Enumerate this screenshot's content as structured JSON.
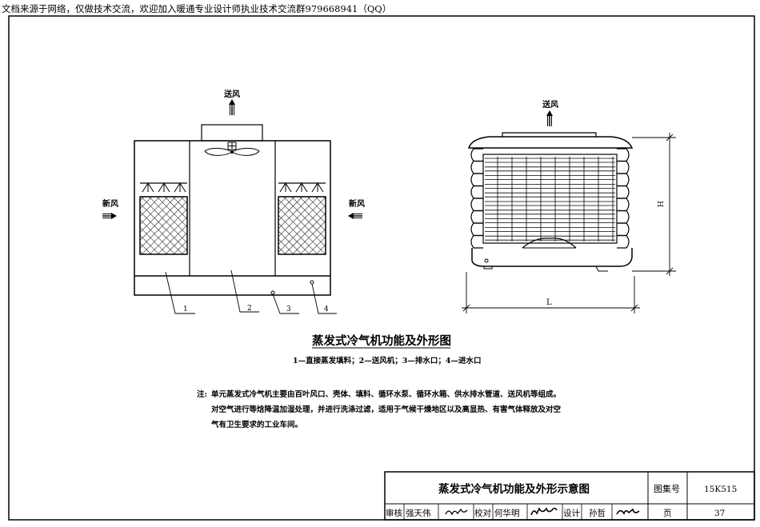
{
  "header_note": "文档来源于网络，仅做技术交流，欢迎加入暖通专业设计师执业技术交流群979668941（QQ）",
  "left_figure": {
    "supply_air": "送风",
    "fresh_air_left": "新风",
    "fresh_air_right": "新风",
    "callouts": [
      "1",
      "2",
      "3",
      "4"
    ]
  },
  "right_figure": {
    "supply_air": "送风",
    "height_dim": "H",
    "length_dim": "L"
  },
  "figure_title": "蒸发式冷气机功能及外形图",
  "legend_line": "1—直接蒸发填料；2—送风机；3—排水口；4—进水口",
  "notes": {
    "label": "注:",
    "lines": [
      "单元蒸发式冷气机主要由百叶风口、壳体、填料、循环水泵、循环水箱、供水排水管道、送风机等组成。",
      "对空气进行等焓降温加湿处理，并进行洗涤过滤，适用于气候干燥地区以及高显热、有害气体释放及对空",
      "气有卫生要求的工业车间。"
    ]
  },
  "title_block": {
    "drawing_title": "蒸发式冷气机功能及外形示意图",
    "atlas_label": "图集号",
    "atlas_no": "15K515",
    "review_label": "审核",
    "review_name": "强天伟",
    "check_label": "校对",
    "check_name": "何华明",
    "design_label": "设计",
    "design_name": "孙哲",
    "page_label": "页",
    "page_no": "37"
  },
  "colors": {
    "ink": "#000000",
    "paper": "#ffffff"
  }
}
